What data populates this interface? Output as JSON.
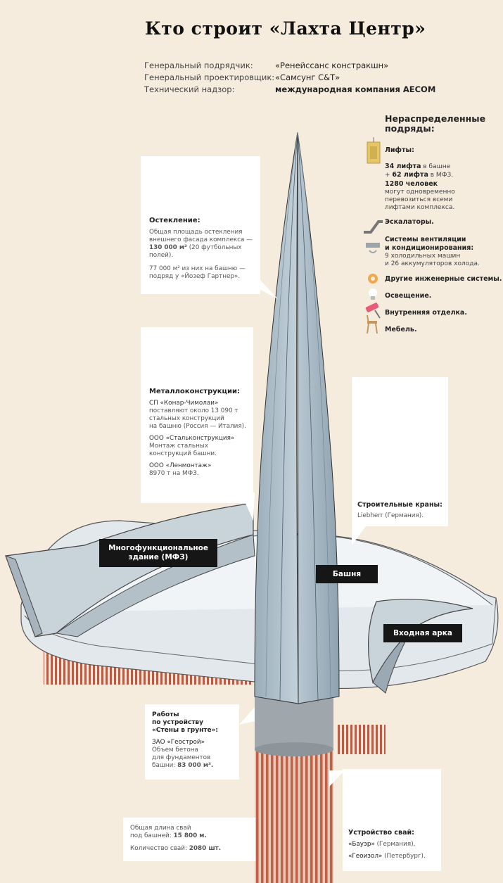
{
  "title": "Кто строит «Лахта Центр»",
  "contractors": [
    {
      "role": "Генеральный подрядчик:",
      "company": "«Ренейссанс констракшн»"
    },
    {
      "role": "Генеральный проектировщик:",
      "company": "«Самсунг С&Т»"
    },
    {
      "role": "Технический надзор:",
      "company": "международная компания AECOM"
    }
  ],
  "unallocated": {
    "title_line1": "Нераспределенные",
    "title_line2": "подряды:",
    "lifts_title": "Лифты:",
    "lifts_l1a": "34 лифта",
    "lifts_l1b": " в башне",
    "lifts_l2a": "+ ",
    "lifts_l2b": "62 лифта",
    "lifts_l2c": " в МФЗ.",
    "people_a": "1280 человек",
    "people_l2": "могут одновременно",
    "people_l3": "перевозиться всеми",
    "people_l4": "лифтами комплекса.",
    "escalators": "Эскалаторы.",
    "hvac_l1": "Системы вентиляции",
    "hvac_l2": "и кондиционирования:",
    "hvac_l3": "9 холодильных машин",
    "hvac_l4": "и 26 аккумуляторов холода.",
    "engineering": "Другие инженерные системы.",
    "lighting": "Освещение.",
    "interior": "Внутренняя отделка.",
    "furniture": "Мебель."
  },
  "glazing": {
    "title": "Остекление:",
    "l1": "Общая площадь остекления",
    "l2": "внешнего фасада комплекса —",
    "l3a": "130 000 м²",
    "l3b": " (20 футбольных",
    "l4": "полей).",
    "l5a": "77 000 м²",
    "l5b": " из них на башню —",
    "l6": "подряд у «Йозеф Гартнер»."
  },
  "steel": {
    "title": "Металлоконструкции:",
    "c1": "СП «Конар-Чимолаи»",
    "c1_l1": "поставляют около 13 090 т",
    "c1_l2": "стальных конструкций",
    "c1_l3": "на башню (Россия — Италия).",
    "c2": "ООО «Стальконструкция»",
    "c2_l1": "Монтаж стальных",
    "c2_l2": "конструкций башни.",
    "c3": "ООО «Ленмонтаж»",
    "c3_l1": "8970 т на МФЗ."
  },
  "cranes": {
    "title": "Строительные краны:",
    "text": "Liebherr (Германия)."
  },
  "labels": {
    "mfz_l1": "Многофункциональное",
    "mfz_l2": "здание (МФЗ)",
    "tower": "Башня",
    "arch": "Входная арка"
  },
  "walls": {
    "t1": "Работы",
    "t2": "по устройству",
    "t3": "«Стены в грунте»:",
    "company": "ЗАО «Геострой»",
    "l1": "Объем бетона",
    "l2": "для фундаментов",
    "l3a": "башни: ",
    "l3b": "83 000 м³."
  },
  "piles_stats": {
    "l1": "Общая длина свай",
    "l2a": "под башней: ",
    "l2b": "15 800 м.",
    "l3a": "Количество свай: ",
    "l3b": "2080 шт."
  },
  "piles": {
    "title": "Устройство свай:",
    "c1a": "«Бауэр»",
    "c1b": " (Германия),",
    "c2a": "«Геоизол»",
    "c2b": " (Петербург)."
  },
  "colors": {
    "background": "#f6ecde",
    "glass": "#a9cfe0",
    "steel": "#c9d1d6",
    "accent": "#f2a84a",
    "piles": "#c0604a",
    "label_bg": "#161616"
  }
}
